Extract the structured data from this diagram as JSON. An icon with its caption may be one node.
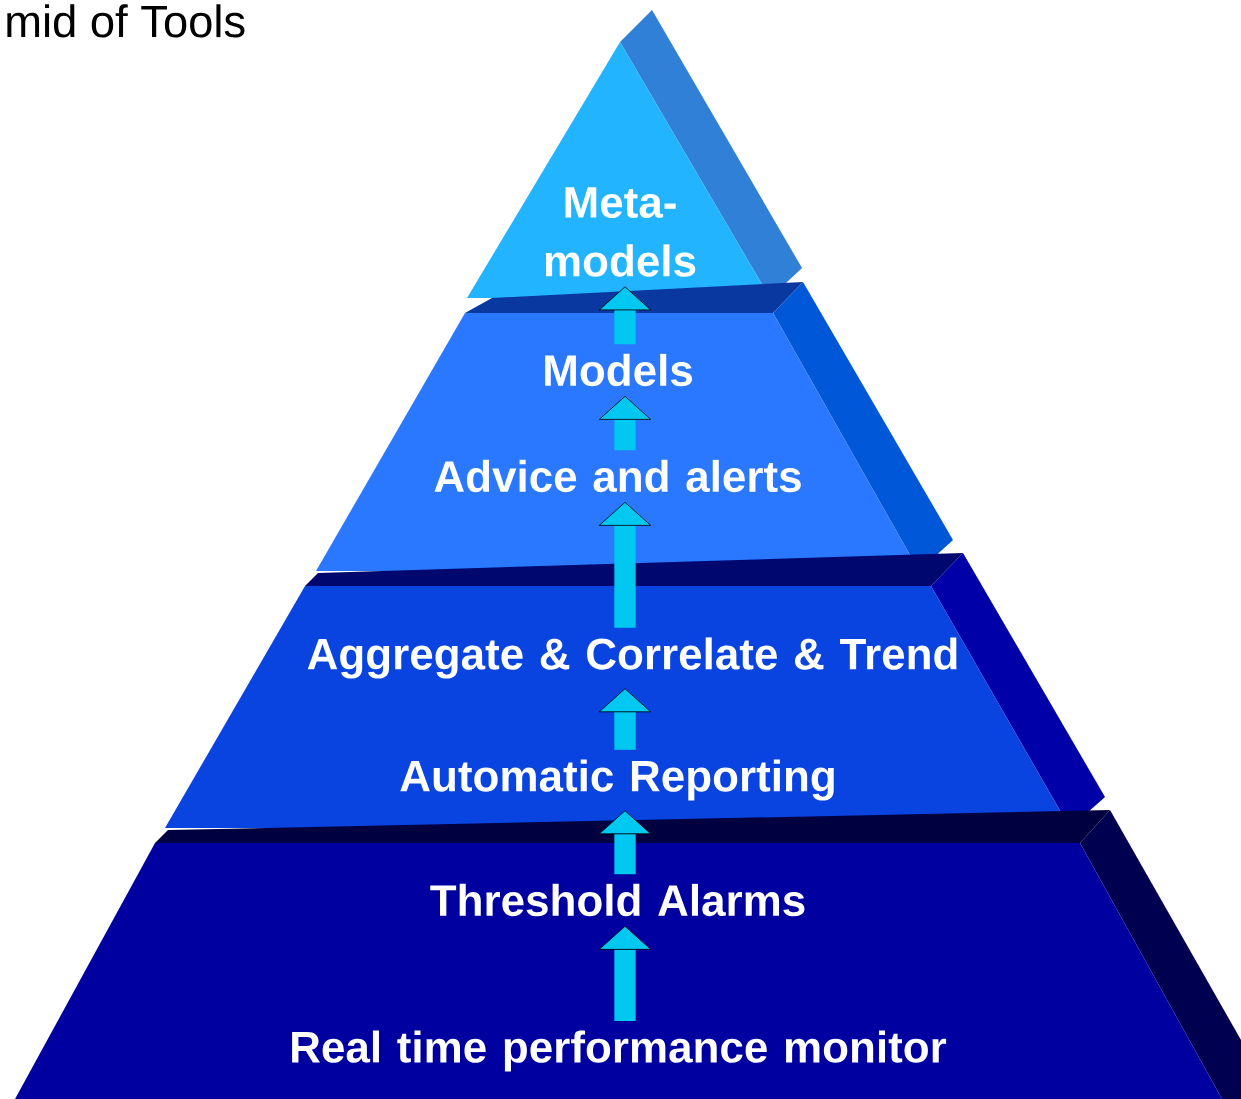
{
  "diagram": {
    "title": "mid of Tools",
    "nodes": [
      {
        "text": [],
        "shape": "triangle"
      },
      {
        "text": [
          "Meta-models"
        ],
        "in": 0
      },
      {
        "text": [],
        "shape": "trapezoid"
      },
      {
        "text": [
          "Models"
        ],
        "in": 2
      },
      {
        "text": [
          "Advice and alerts"
        ],
        "in": 2
      },
      {
        "text": [],
        "shape": "trapezoid"
      },
      {
        "text": [
          "Aggregate & Correlate & Trend"
        ],
        "in": 5
      },
      {
        "text": [
          "Automatic Reporting"
        ],
        "in": 5
      },
      {
        "text": [],
        "shape": "trapezoid"
      },
      {
        "text": [
          "Threshold Alarms"
        ],
        "in": 8
      },
      {
        "text": [
          "Real time performance monitor"
        ],
        "in": 8
      }
    ],
    "edges": [
      {
        "from": 10,
        "to": 9,
        "arrow": "to"
      },
      {
        "from": 9,
        "to": 7,
        "arrow": "to"
      },
      {
        "from": 7,
        "to": 6,
        "arrow": "to"
      },
      {
        "from": 6,
        "to": 4,
        "arrow": "to"
      },
      {
        "from": 4,
        "to": 3,
        "arrow": "to"
      },
      {
        "from": 3,
        "to": 1,
        "arrow": "to"
      }
    ]
  }
}
